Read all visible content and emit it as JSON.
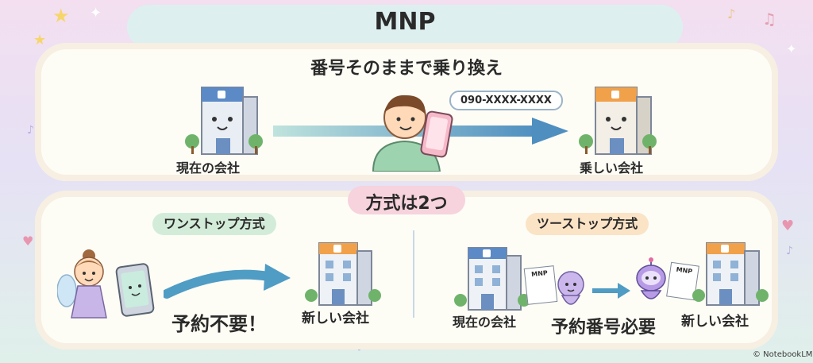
{
  "title": "MNP",
  "subtitle": "番号そのままで乗り換え",
  "top_section": {
    "current_company": "現在の会社",
    "new_company": "乗しい会社",
    "phone_number": "090-XXXX-XXXX"
  },
  "methods_header": "方式は2つ",
  "one_stop": {
    "label": "ワンストップ方式",
    "note": "予約不要！",
    "new_company": "新しい会社"
  },
  "two_stop": {
    "label": "ツーストップ方式",
    "current_company": "現在の会社",
    "note": "予約番号必要",
    "new_company": "新しい会社",
    "doc_label": "MNP",
    "doc_label_2": "MNP"
  },
  "credit": "© NotebookLM",
  "colors": {
    "one_stop_pill": "#d3ecd9",
    "two_stop_pill": "#fbe3c6",
    "methods_pill": "#f6d3dd",
    "arrow_top": "#6fa9c8",
    "arrow_one_stop": "#4f9cc4",
    "building_top_current": "#5b8ac6",
    "building_top_new": "#f0a14a"
  }
}
